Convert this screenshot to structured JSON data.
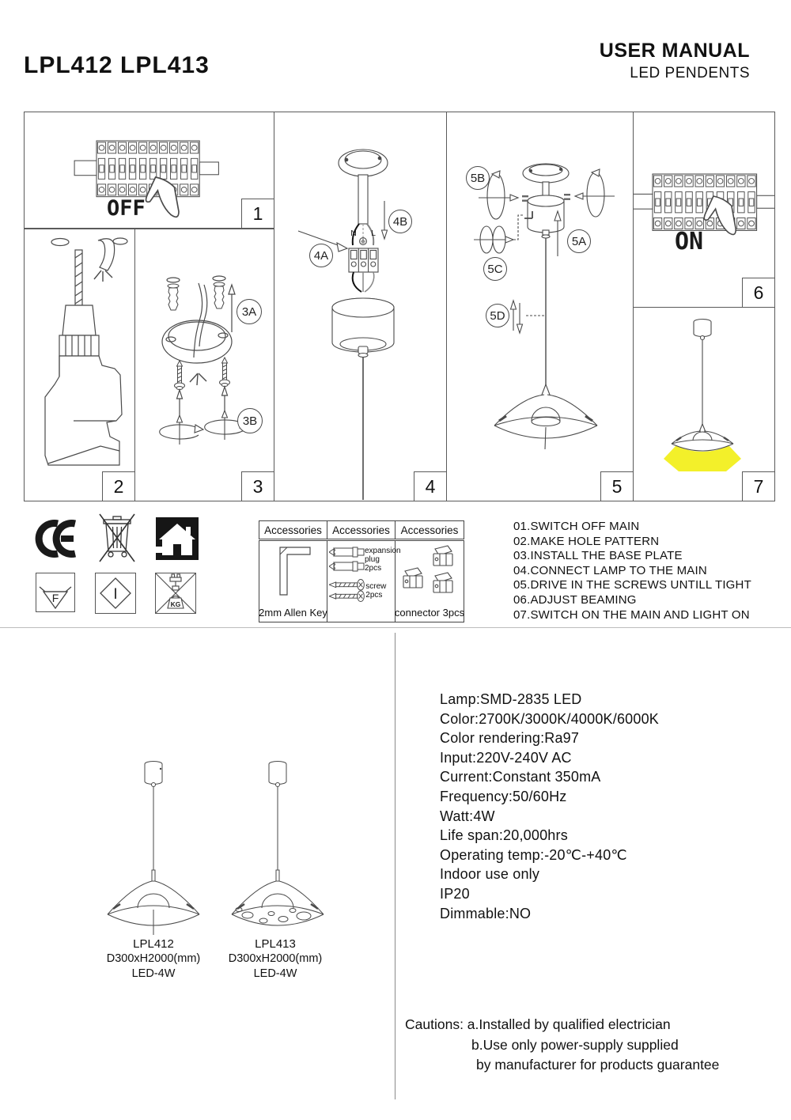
{
  "header": {
    "model": "LPL412 LPL413",
    "title": "USER MANUAL",
    "subtitle": "LED PENDENTS"
  },
  "steps": {
    "s1": {
      "num": "1",
      "switch_label": "OFF"
    },
    "s2": {
      "num": "2"
    },
    "s3": {
      "num": "3",
      "a": "3A",
      "b": "3B"
    },
    "s4": {
      "num": "4",
      "a": "4A",
      "b": "4B",
      "terminal": {
        "left": "N",
        "right": "L"
      }
    },
    "s5": {
      "num": "5",
      "a": "5A",
      "b": "5B",
      "c": "5C",
      "d": "5D"
    },
    "s6": {
      "num": "6",
      "switch_label": "ON"
    },
    "s7": {
      "num": "7"
    }
  },
  "marks": {
    "f": "F",
    "i": "I",
    "kg": "KG"
  },
  "accessories": {
    "header": "Accessories",
    "allen_key": "2mm Allen Key",
    "plug": "expansion plug 2pcs",
    "screw": "screw 2pcs",
    "connector": "connector 3pcs"
  },
  "instructions": [
    "01.SWITCH OFF MAIN",
    "02.MAKE HOLE PATTERN",
    "03.INSTALL THE BASE PLATE",
    "04.CONNECT LAMP TO THE MAIN",
    "05.DRIVE IN THE SCREWS UNTILL TIGHT",
    "06.ADJUST BEAMING",
    "07.SWITCH ON THE MAIN AND LIGHT ON"
  ],
  "specs": [
    "Lamp:SMD-2835 LED",
    "Color:2700K/3000K/4000K/6000K",
    "Color rendering:Ra97",
    "Input:220V-240V AC",
    "Current:Constant 350mA",
    "Frequency:50/60Hz",
    "Watt:4W",
    "Life span:20,000hrs",
    "Operating temp:-20℃-+40℃",
    "Indoor use only",
    "IP20",
    "Dimmable:NO"
  ],
  "products": [
    {
      "name": "LPL412",
      "size": "D300xH2000(mm)",
      "power": "LED-4W"
    },
    {
      "name": "LPL413",
      "size": "D300xH2000(mm)",
      "power": "LED-4W"
    }
  ],
  "cautions": [
    "Cautions: a.Installed by qualified electrician",
    "b.Use only power-supply supplied",
    "by manufacturer for products guarantee"
  ],
  "colors": {
    "glow": "#f3f02a",
    "line": "#4a4a4a"
  }
}
